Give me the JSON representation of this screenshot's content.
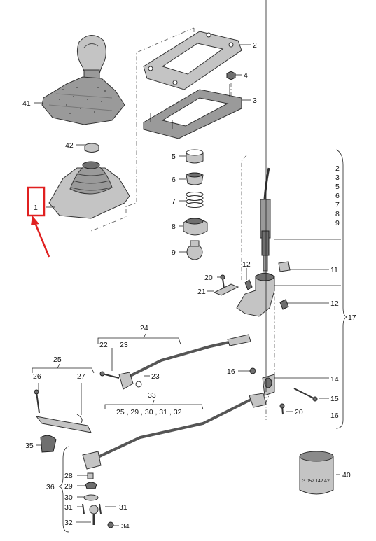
{
  "callouts": {
    "c2": "2",
    "c3": "3",
    "c4": "4",
    "c5": "5",
    "c6": "6",
    "c7": "7",
    "c8": "8",
    "c9": "9",
    "c11": "11",
    "c12a": "12",
    "c12b": "12",
    "c14": "14",
    "c15": "15",
    "c16a": "16",
    "c16b": "16",
    "c17": "17",
    "c20a": "20",
    "c20b": "20",
    "c21": "21",
    "c22": "22",
    "c23a": "23",
    "c23b": "23",
    "c24": "24",
    "c25": "25",
    "c26": "26",
    "c27": "27",
    "c28": "28",
    "c29": "29",
    "c30": "30",
    "c31a": "31",
    "c31b": "31",
    "c32": "32",
    "c33": "33",
    "c34": "34",
    "c35": "35",
    "c36": "36",
    "c40": "40",
    "c41": "41",
    "c42": "42",
    "c1": "1"
  },
  "group_17_list": [
    "2",
    "3",
    "5",
    "6",
    "7",
    "8",
    "9"
  ],
  "group_33_list": "25 , 29 , 30 , 31 , 32",
  "sleeve_marking": "G 052 142 A2",
  "highlight_color": "#e02020"
}
